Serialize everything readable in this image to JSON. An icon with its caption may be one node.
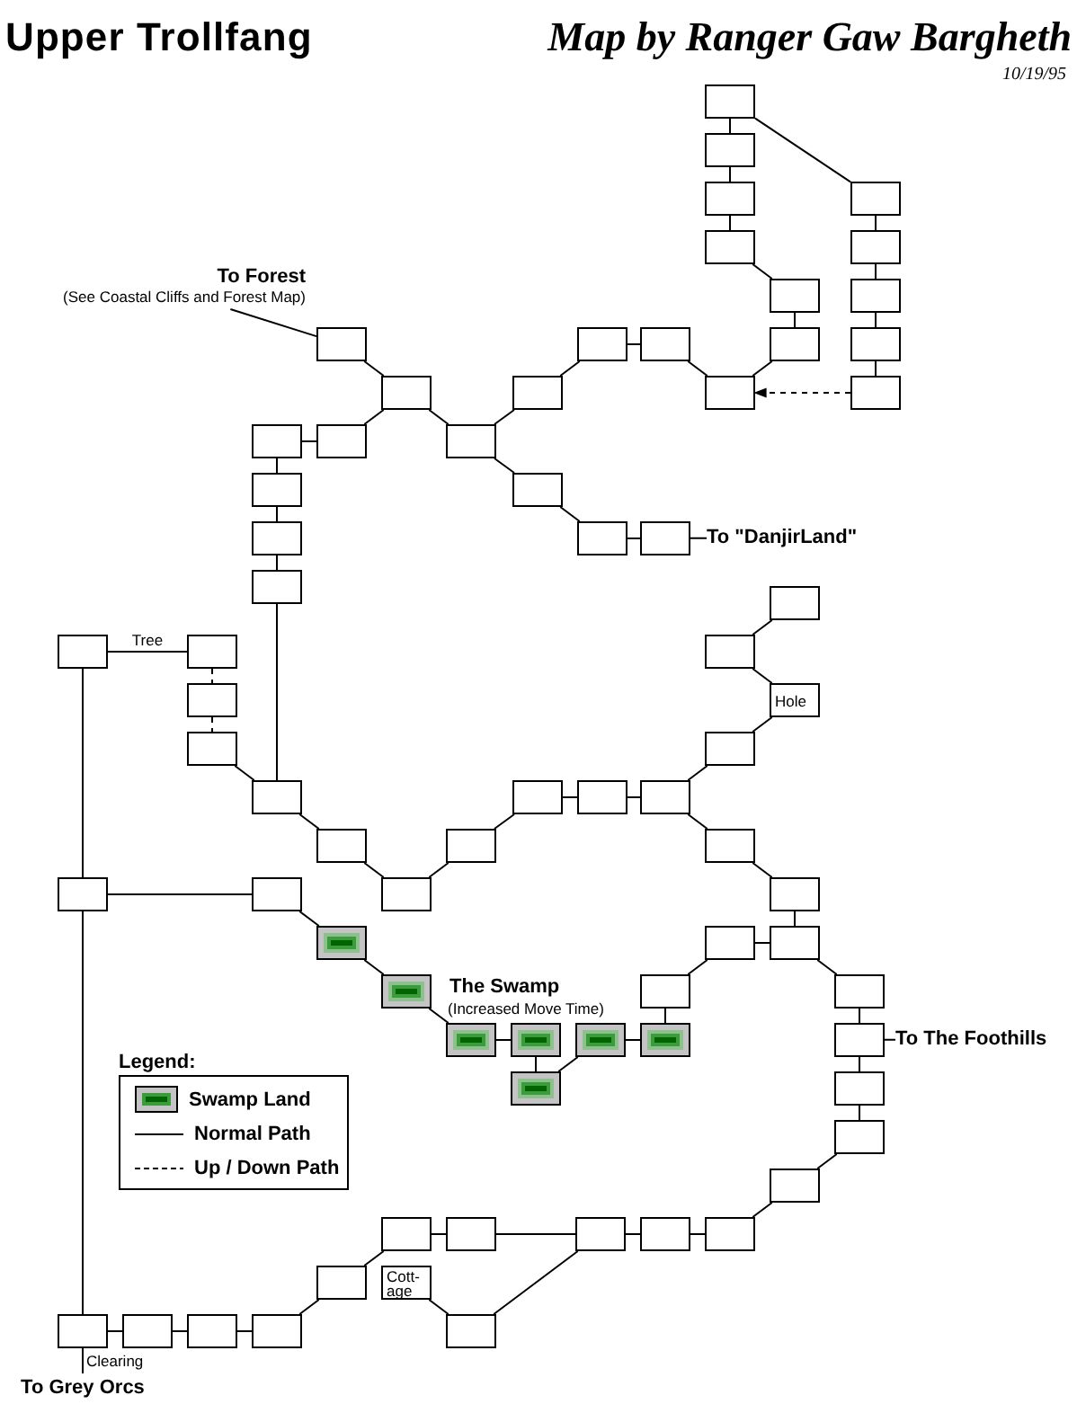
{
  "diagram": {
    "title": "Upper Trollfang",
    "nodes": [
      {
        "text": [],
        "shape": "box"
      },
      {
        "text": [],
        "shape": "box"
      },
      {
        "text": [],
        "shape": "box"
      },
      {
        "text": [],
        "shape": "box"
      },
      {
        "text": [],
        "shape": "box"
      },
      {
        "text": [],
        "shape": "box"
      },
      {
        "text": [],
        "shape": "box"
      },
      {
        "text": [],
        "shape": "box"
      },
      {
        "text": [
          "To Forest",
          "(See Coastal Cliffs and Forest Map)"
        ]
      },
      {
        "text": [],
        "shape": "box"
      },
      {
        "text": [],
        "shape": "box"
      },
      {
        "text": [],
        "shape": "box"
      },
      {
        "text": [],
        "shape": "box"
      },
      {
        "text": [],
        "shape": "box"
      },
      {
        "text": [],
        "shape": "box"
      },
      {
        "text": [],
        "shape": "box"
      },
      {
        "text": [],
        "shape": "box"
      },
      {
        "text": [],
        "shape": "box"
      },
      {
        "text": [],
        "shape": "box"
      },
      {
        "text": [],
        "shape": "box"
      },
      {
        "text": [],
        "shape": "box"
      },
      {
        "text": [],
        "shape": "box"
      },
      {
        "text": [],
        "shape": "box"
      },
      {
        "text": [],
        "shape": "box"
      },
      {
        "text": [],
        "shape": "box"
      },
      {
        "text": [],
        "shape": "box"
      },
      {
        "text": [
          "To \"DanjirLand\""
        ]
      },
      {
        "text": [],
        "shape": "box"
      },
      {
        "text": [],
        "shape": "box"
      },
      {
        "text": [],
        "shape": "box"
      },
      {
        "text": [],
        "shape": "box"
      },
      {
        "text": [],
        "shape": "box"
      },
      {
        "text": [],
        "shape": "box"
      },
      {
        "text": [
          "Hole"
        ]
      },
      {
        "text": [],
        "shape": "box"
      },
      {
        "text": [],
        "shape": "box"
      },
      {
        "text": [],
        "shape": "box"
      },
      {
        "text": [],
        "shape": "box"
      },
      {
        "text": [],
        "shape": "box"
      },
      {
        "text": [],
        "shape": "box"
      },
      {
        "text": [],
        "shape": "box"
      },
      {
        "text": [],
        "shape": "box"
      },
      {
        "text": [],
        "shape": "box"
      },
      {
        "text": [],
        "shape": "box"
      },
      {
        "text": [],
        "shape": "box"
      },
      {
        "text": [],
        "shape": "box"
      },
      {
        "text": [],
        "shape": "box"
      },
      {
        "text": [],
        "shape": "swamp"
      },
      {
        "text": [],
        "shape": "box"
      },
      {
        "text": [],
        "shape": "box"
      },
      {
        "text": [],
        "shape": "swamp"
      },
      {
        "text": [],
        "shape": "box"
      },
      {
        "text": [],
        "shape": "box"
      },
      {
        "text": [],
        "shape": "swamp"
      },
      {
        "text": [],
        "shape": "swamp"
      },
      {
        "text": [],
        "shape": "swamp"
      },
      {
        "text": [],
        "shape": "swamp"
      },
      {
        "text": [],
        "shape": "box"
      },
      {
        "text": [
          "To The Foothills"
        ]
      },
      {
        "text": [],
        "shape": "swamp"
      },
      {
        "text": [],
        "shape": "box"
      },
      {
        "text": [],
        "shape": "box"
      },
      {
        "text": [],
        "shape": "box"
      },
      {
        "text": [],
        "shape": "box"
      },
      {
        "text": [],
        "shape": "box"
      },
      {
        "text": [],
        "shape": "box"
      },
      {
        "text": [],
        "shape": "box"
      },
      {
        "text": [],
        "shape": "box"
      },
      {
        "text": [],
        "shape": "box"
      },
      {
        "text": [
          "Cott- age"
        ]
      },
      {
        "text": [],
        "shape": "box",
        "beside": [
          "Clearing"
        ]
      },
      {
        "text": [],
        "shape": "box"
      },
      {
        "text": [],
        "shape": "box"
      },
      {
        "text": [],
        "shape": "box"
      },
      {
        "text": [],
        "shape": "box"
      },
      {
        "text": [
          "To Grey Orcs"
        ]
      }
    ],
    "edges": [
      {
        "from": 0,
        "to": 1,
        "arrow": "none"
      },
      {
        "from": 1,
        "to": 2,
        "arrow": "none"
      },
      {
        "from": 2,
        "to": 3,
        "arrow": "none"
      },
      {
        "from": 0,
        "to": 4,
        "arrow": "none"
      },
      {
        "from": 4,
        "to": 5,
        "arrow": "none"
      },
      {
        "from": 5,
        "to": 6,
        "arrow": "none"
      },
      {
        "from": 6,
        "to": 7,
        "arrow": "none"
      },
      {
        "from": 7,
        "to": 17,
        "arrow": "none"
      },
      {
        "from": 3,
        "to": 9,
        "arrow": "none"
      },
      {
        "from": 9,
        "to": 13,
        "arrow": "none"
      },
      {
        "from": 13,
        "to": 16,
        "arrow": "none"
      },
      {
        "from": 17,
        "to": 16,
        "arrow": "to",
        "style": "dashed"
      },
      {
        "from": 12,
        "to": 16,
        "arrow": "none"
      },
      {
        "from": 11,
        "to": 12,
        "arrow": "none"
      },
      {
        "from": 15,
        "to": 11,
        "arrow": "none"
      },
      {
        "from": 20,
        "to": 15,
        "arrow": "none"
      },
      {
        "from": 14,
        "to": 20,
        "arrow": "none"
      },
      {
        "from": 10,
        "to": 14,
        "arrow": "none"
      },
      {
        "from": 8,
        "to": 10,
        "arrow": "none"
      },
      {
        "from": 19,
        "to": 14,
        "arrow": "none"
      },
      {
        "from": 18,
        "to": 19,
        "arrow": "none"
      },
      {
        "from": 20,
        "to": 22,
        "arrow": "none"
      },
      {
        "from": 22,
        "to": 24,
        "arrow": "none"
      },
      {
        "from": 24,
        "to": 25,
        "arrow": "none"
      },
      {
        "from": 25,
        "to": 26,
        "arrow": "none"
      },
      {
        "from": 18,
        "to": 21,
        "arrow": "none"
      },
      {
        "from": 21,
        "to": 23,
        "arrow": "none"
      },
      {
        "from": 23,
        "to": 27,
        "arrow": "none"
      },
      {
        "from": 27,
        "to": 36,
        "arrow": "none"
      },
      {
        "from": 29,
        "to": 30,
        "arrow": "none",
        "label": "Tree"
      },
      {
        "from": 30,
        "to": 32,
        "arrow": "none",
        "style": "dashed"
      },
      {
        "from": 32,
        "to": 34,
        "arrow": "none",
        "style": "dashed"
      },
      {
        "from": 34,
        "to": 36,
        "arrow": "none"
      },
      {
        "from": 36,
        "to": 40,
        "arrow": "none"
      },
      {
        "from": 40,
        "to": 45,
        "arrow": "none"
      },
      {
        "from": 45,
        "to": 41,
        "arrow": "none"
      },
      {
        "from": 41,
        "to": 37,
        "arrow": "none"
      },
      {
        "from": 37,
        "to": 38,
        "arrow": "none"
      },
      {
        "from": 38,
        "to": 39,
        "arrow": "none"
      },
      {
        "from": 39,
        "to": 35,
        "arrow": "none"
      },
      {
        "from": 35,
        "to": 33,
        "arrow": "none"
      },
      {
        "from": 33,
        "to": 31,
        "arrow": "none"
      },
      {
        "from": 31,
        "to": 28,
        "arrow": "none"
      },
      {
        "from": 39,
        "to": 42,
        "arrow": "none"
      },
      {
        "from": 42,
        "to": 46,
        "arrow": "none"
      },
      {
        "from": 46,
        "to": 49,
        "arrow": "none"
      },
      {
        "from": 48,
        "to": 49,
        "arrow": "none"
      },
      {
        "from": 51,
        "to": 48,
        "arrow": "none"
      },
      {
        "from": 51,
        "to": 56,
        "arrow": "none"
      },
      {
        "from": 49,
        "to": 52,
        "arrow": "none"
      },
      {
        "from": 52,
        "to": 57,
        "arrow": "none"
      },
      {
        "from": 57,
        "to": 58,
        "arrow": "none"
      },
      {
        "from": 57,
        "to": 60,
        "arrow": "none"
      },
      {
        "from": 60,
        "to": 61,
        "arrow": "none"
      },
      {
        "from": 61,
        "to": 62,
        "arrow": "none"
      },
      {
        "from": 62,
        "to": 67,
        "arrow": "none"
      },
      {
        "from": 66,
        "to": 67,
        "arrow": "none"
      },
      {
        "from": 65,
        "to": 66,
        "arrow": "none"
      },
      {
        "from": 64,
        "to": 65,
        "arrow": "none"
      },
      {
        "from": 63,
        "to": 64,
        "arrow": "none"
      },
      {
        "from": 65,
        "to": 74,
        "arrow": "none"
      },
      {
        "from": 69,
        "to": 74,
        "arrow": "none"
      },
      {
        "from": 63,
        "to": 68,
        "arrow": "none"
      },
      {
        "from": 68,
        "to": 73,
        "arrow": "none"
      },
      {
        "from": 72,
        "to": 73,
        "arrow": "none"
      },
      {
        "from": 71,
        "to": 72,
        "arrow": "none"
      },
      {
        "from": 70,
        "to": 71,
        "arrow": "none"
      },
      {
        "from": 70,
        "to": 75,
        "arrow": "none"
      },
      {
        "from": 29,
        "to": 43,
        "arrow": "none"
      },
      {
        "from": 43,
        "to": 70,
        "arrow": "none"
      },
      {
        "from": 43,
        "to": 44,
        "arrow": "none"
      },
      {
        "from": 44,
        "to": 47,
        "arrow": "none"
      },
      {
        "from": 47,
        "to": 50,
        "arrow": "none"
      },
      {
        "from": 50,
        "to": 53,
        "arrow": "none"
      },
      {
        "from": 53,
        "to": 54,
        "arrow": "none"
      },
      {
        "from": 54,
        "to": 59,
        "arrow": "none"
      },
      {
        "from": 59,
        "to": 55,
        "arrow": "none"
      },
      {
        "from": 55,
        "to": 56,
        "arrow": "none"
      }
    ],
    "labels": [
      "Map by Ranger Gaw Bargheth",
      "10/19/95",
      "The Swamp",
      "(Increased Move Time)",
      "Legend:"
    ],
    "legend": [
      {
        "text": "Swamp Land"
      },
      {
        "text": "Normal Path"
      },
      {
        "text": "Up / Down Path"
      }
    ]
  }
}
